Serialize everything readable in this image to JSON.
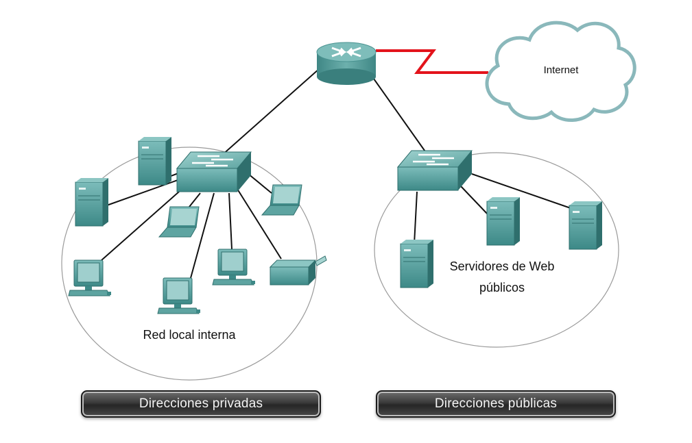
{
  "cloud": {
    "label": "Internet"
  },
  "private_network": {
    "label": "Red local interna"
  },
  "public_servers": {
    "label_line1": "Servidores de Web",
    "label_line2": "públicos"
  },
  "footer": {
    "private_button": "Direcciones privadas",
    "public_button": "Direcciones públicas"
  },
  "colors": {
    "device": "#3f8a8a",
    "device_light": "#6fb0ae",
    "wan_link": "#e3131b",
    "cloud_stroke": "#8ab8bb",
    "link": "#111111"
  }
}
